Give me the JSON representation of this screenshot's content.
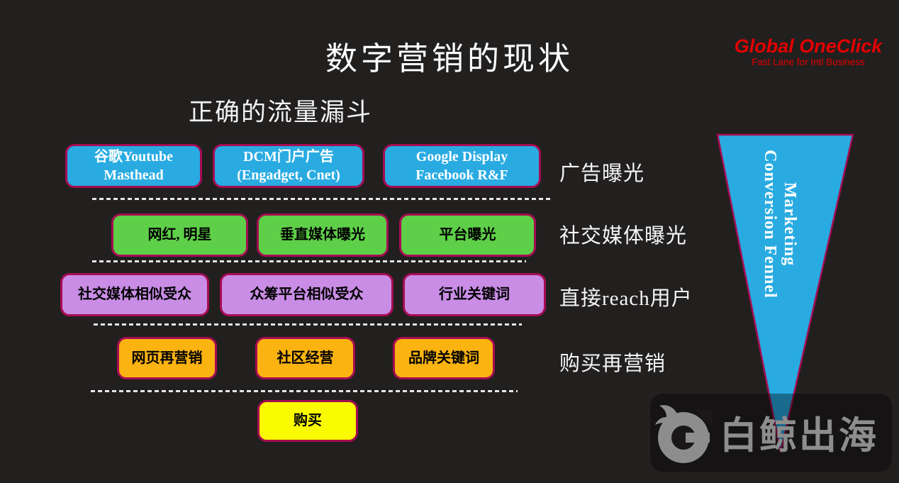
{
  "title": "数字营销的现状",
  "brand": {
    "name": "Global OneClick",
    "tagline": "Fast Lane for Intl Business",
    "color": "#e30000"
  },
  "subtitle": "正确的流量漏斗",
  "colors": {
    "background": "#221f1f",
    "box_border": "#a50c52",
    "blue": "#29abe2",
    "green": "#5ecf48",
    "purple": "#c98de6",
    "orange": "#fbb311",
    "yellow": "#fafa00",
    "watermark_gray": "#8d8d8d"
  },
  "rows": [
    {
      "label": "广告曝光",
      "color": "#29abe2",
      "boxes": [
        {
          "lines": [
            "谷歌Youtube",
            "Masthead"
          ]
        },
        {
          "lines": [
            "DCM门户广告",
            "(Engadget, Cnet)"
          ]
        },
        {
          "lines": [
            "Google Display",
            "Facebook R&F"
          ]
        }
      ]
    },
    {
      "label": "社交媒体曝光",
      "color": "#5ecf48",
      "boxes": [
        {
          "lines": [
            "网红, 明星"
          ]
        },
        {
          "lines": [
            "垂直媒体曝光"
          ]
        },
        {
          "lines": [
            "平台曝光"
          ]
        }
      ]
    },
    {
      "label": "直接reach用户",
      "color": "#c98de6",
      "boxes": [
        {
          "lines": [
            "社交媒体相似受众"
          ]
        },
        {
          "lines": [
            "众筹平台相似受众"
          ]
        },
        {
          "lines": [
            "行业关键词"
          ]
        }
      ]
    },
    {
      "label": "购买再营销",
      "color": "#fbb311",
      "boxes": [
        {
          "lines": [
            "网页再营销"
          ]
        },
        {
          "lines": [
            "社区经营"
          ]
        },
        {
          "lines": [
            "品牌关键词"
          ]
        }
      ]
    },
    {
      "label": "",
      "color": "#fafa00",
      "boxes": [
        {
          "lines": [
            "购买"
          ]
        }
      ]
    }
  ],
  "funnel": {
    "label_lines": [
      "Marketing",
      "Conversion Fennel"
    ]
  },
  "watermark": {
    "text": "白鲸出海",
    "icon": "whale-g-logo"
  }
}
